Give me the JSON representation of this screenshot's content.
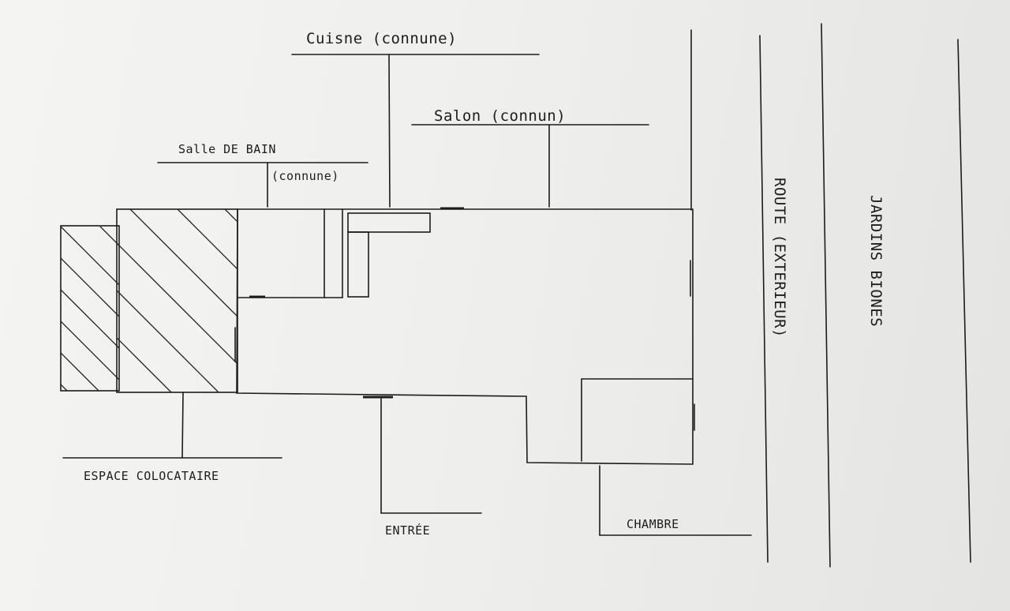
{
  "labels": {
    "cuisine": "Cuisne (connune)",
    "salon": "Salon (connun)",
    "salle_de_bain": "Salle DE BAIN",
    "salle_de_bain_note": "(connune)",
    "espace_colocataire": "ESPACE COLOCATAIRE",
    "entree": "ENTRÉE",
    "chambre": "CHAMBRE",
    "route": "ROUTE (EXTERIEUR)",
    "jardins": "JARDINS BIONES"
  },
  "colors": {
    "ink": "#1c1c1c",
    "paper": "#f4f4f2"
  }
}
